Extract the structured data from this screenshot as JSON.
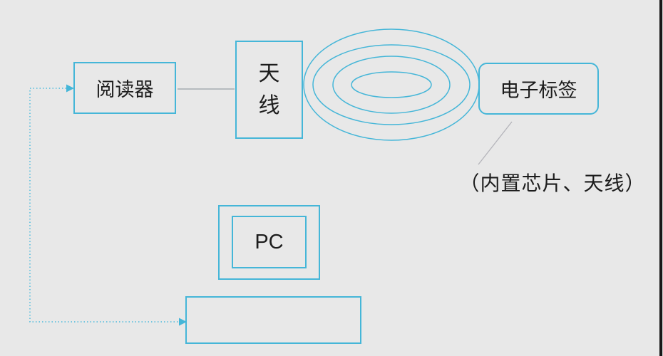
{
  "colors": {
    "background": "#e8e8e8",
    "accent": "#45b6d8",
    "text": "#1c1c1c",
    "connector_gray": "#99a0a6",
    "callout_gray": "#b4b4ba",
    "edge_strip": "#191919"
  },
  "nodes": {
    "reader": {
      "label": "阅读器"
    },
    "antenna": {
      "label": "天线"
    },
    "tag": {
      "label": "电子标签"
    },
    "pc": {
      "label": "PC"
    },
    "host": {
      "label": ""
    }
  },
  "annotations": {
    "tag_note": "（内置芯片、天线）"
  },
  "icons": {
    "coupling_waves": "concentric-ellipses",
    "arrowheads": "right-pointing-triangle"
  }
}
